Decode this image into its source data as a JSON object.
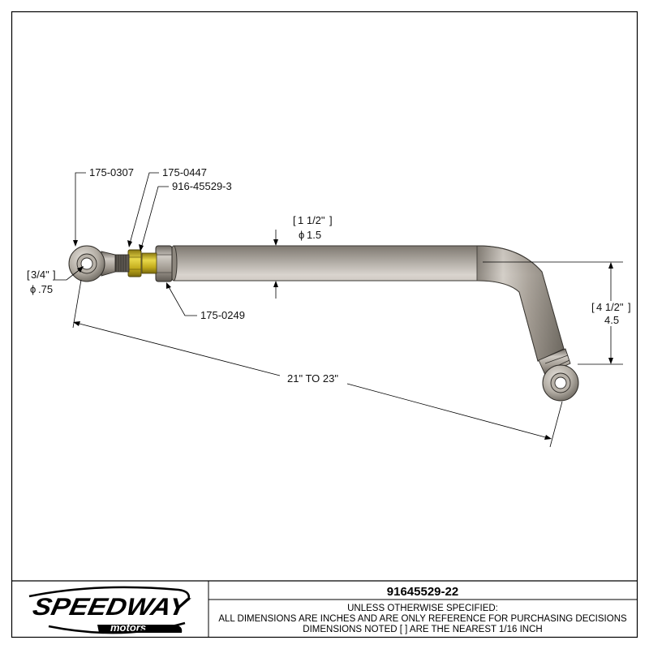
{
  "callouts": {
    "rod_end_left": "175-0307",
    "jam_nut_small": "175-0447",
    "threaded_insert": "916-45529-3",
    "jam_nut_large": "175-0249"
  },
  "dimensions": {
    "tube_dia_fraction": "1 1/2\"",
    "tube_dia_decimal": "1.5",
    "eye_dia_fraction": "3/4\"",
    "eye_dia_decimal": ".75",
    "offset_fraction": "4 1/2\"",
    "offset_decimal": "4.5",
    "overall_length": "21\" TO 23\"",
    "dia_symbol": "ϕ"
  },
  "title_block": {
    "logo_word": "SPEEDWAY",
    "logo_sub": "motors",
    "part_number": "91645529-22",
    "notes": [
      "UNLESS OTHERWISE SPECIFIED:",
      "ALL DIMENSIONS ARE INCHES AND ARE ONLY REFERENCE FOR PURCHASING DECISIONS",
      "DIMENSIONS NOTED [ ] ARE THE NEAREST 1/16 INCH"
    ]
  },
  "colors": {
    "tube": "#a8a198",
    "tube_highlight": "#d9d4ce",
    "tube_shadow": "#6f6a63",
    "brass": "#c9b21f",
    "logo": "#000000"
  }
}
